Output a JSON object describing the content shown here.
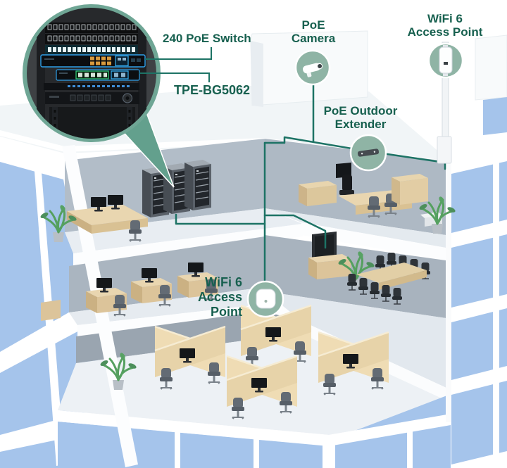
{
  "labels": {
    "poe_switch": "240 PoE Switch",
    "model": "TPE-BG5062",
    "camera": [
      "PoE",
      "Camera"
    ],
    "ap_roof": [
      "WiFi 6",
      "Access Point"
    ],
    "extender": [
      "PoE Outdoor",
      "Extender"
    ],
    "ap_indoor": [
      "WiFi 6",
      "Access",
      "Point"
    ]
  },
  "colors": {
    "label_text": "#17604F",
    "cable": "#1D7365",
    "marker_fill": "#8FB4A5",
    "inset_ring": "#6FA695",
    "inset_pointer": "#63A08D",
    "window_blue": "#A5C4EB",
    "furniture_tan": "#E9D6B0",
    "wall_gray": "#B2BDC8"
  },
  "icons": {
    "camera": "bullet-camera",
    "extender": "outdoor-extender-box",
    "ap_outdoor": "pole-mounted-access-point",
    "ap_indoor": "ceiling-access-point",
    "rack": "network-rack-closeup"
  }
}
